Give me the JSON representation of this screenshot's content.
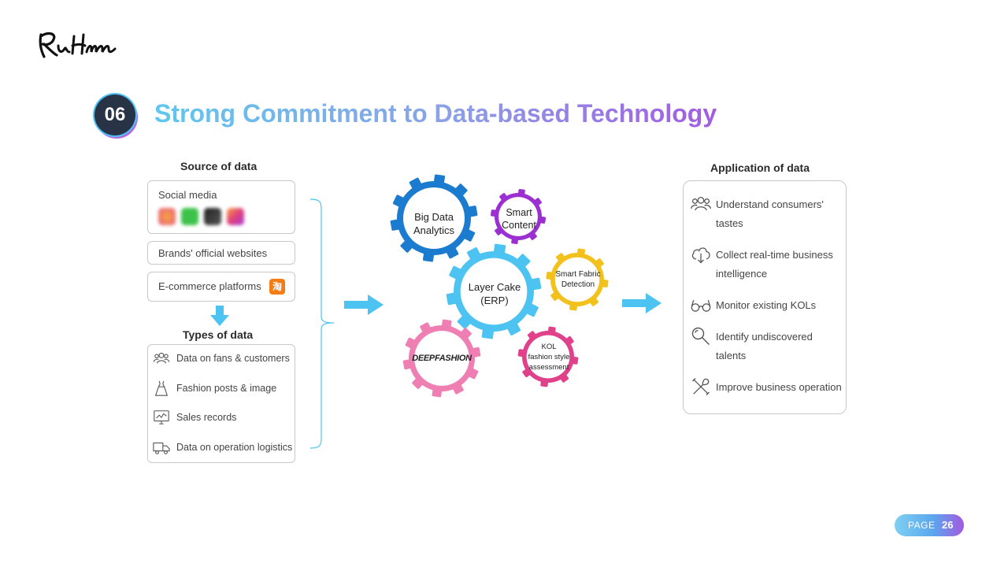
{
  "logo_text": "RuHnn",
  "section": {
    "number": "06",
    "title": "Strong Commitment to Data-based Technology"
  },
  "source": {
    "heading": "Source of data",
    "social_label": "Social media",
    "brands_label": "Brands' official websites",
    "ecommerce_label": "E-commerce platforms",
    "ecommerce_badge": "淘"
  },
  "types": {
    "heading": "Types of data",
    "items": [
      {
        "label": "Data on fans & customers",
        "icon": "people-icon"
      },
      {
        "label": "Fashion posts & image",
        "icon": "dress-icon"
      },
      {
        "label": "Sales records",
        "icon": "chart-monitor-icon"
      },
      {
        "label": "Data on operation logistics",
        "icon": "truck-icon"
      }
    ]
  },
  "gears": {
    "big_data": "Big Data\nAnalytics",
    "smart_content": "Smart\nContent",
    "layer_cake": "Layer Cake\n(ERP)",
    "smart_fabric": "Smart Fabric\nDetection",
    "deepfashion": "DEEPFASHION",
    "kol": "KOL\nfashion style\nassessment"
  },
  "application": {
    "heading": "Application of data",
    "items": [
      {
        "label": "Understand consumers' tastes",
        "icon": "people-icon"
      },
      {
        "label": "Collect real-time business intelligence",
        "icon": "cloud-download-icon"
      },
      {
        "label": "Monitor existing KOLs",
        "icon": "glasses-icon"
      },
      {
        "label": "Identify undiscovered talents",
        "icon": "magnifier-icon"
      },
      {
        "label": "Improve business operation",
        "icon": "tools-icon"
      }
    ]
  },
  "page": {
    "label": "PAGE",
    "number": "26"
  },
  "colors": {
    "gear_blue_dark": "#1a7bcf",
    "gear_purple": "#9c2fd1",
    "gear_light_blue": "#4cc3f1",
    "gear_yellow": "#f3c11b",
    "gear_pink": "#ef7fb3",
    "gear_magenta": "#e0418a",
    "arrow": "#4cc3f1"
  }
}
